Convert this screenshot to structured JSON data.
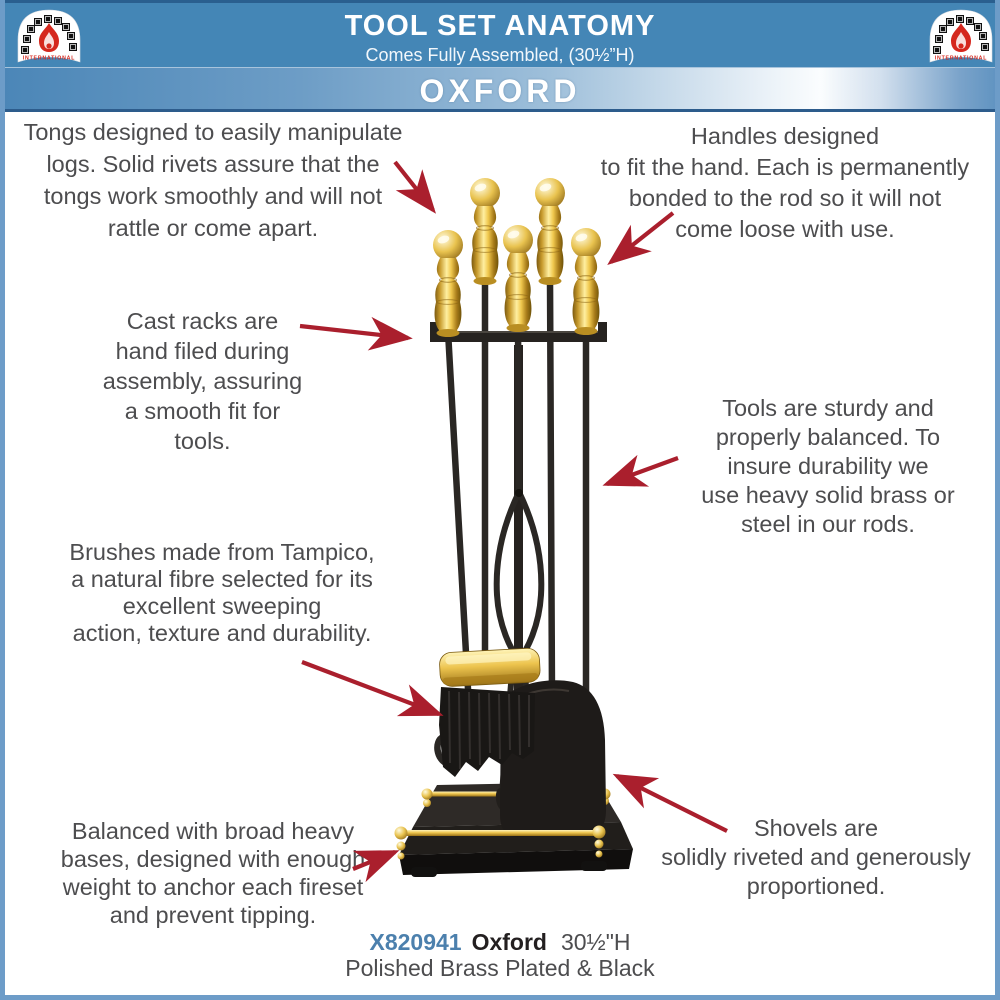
{
  "header": {
    "title": "TOOL SET ANATOMY",
    "subtitle": "Comes Fully Assembled, (30½”H)",
    "product_bar": "OXFORD"
  },
  "brand": {
    "caption": "INTERNATIONAL",
    "logo_description": "arch-of-black-squares-with-red-flame"
  },
  "callouts": {
    "tongs": {
      "lines": [
        "Tongs designed to easily manipulate",
        "logs. Solid rivets assure that the",
        "tongs work smoothly and will not",
        "rattle or come apart."
      ]
    },
    "handles": {
      "lines": [
        "Handles designed",
        "to fit the hand. Each is permanently",
        "bonded to the rod so it will not",
        "come loose with use."
      ]
    },
    "cast_racks": {
      "lines": [
        "Cast racks are",
        "hand filed during",
        "assembly, assuring",
        "a smooth fit for",
        "tools."
      ]
    },
    "rods": {
      "lines": [
        "Tools are sturdy and",
        "properly balanced. To",
        "insure durability we",
        "use heavy solid brass or",
        "steel in our rods."
      ]
    },
    "brushes": {
      "lines": [
        "Brushes made from Tampico,",
        "a natural fibre selected for its",
        "excellent sweeping",
        "action, texture and durability."
      ]
    },
    "bases": {
      "lines": [
        "Balanced with broad heavy",
        "bases, designed with enough",
        "weight to anchor each fireset",
        "and prevent tipping."
      ]
    },
    "shovels": {
      "lines": [
        "Shovels are",
        "solidly riveted and generously",
        "proportioned."
      ]
    }
  },
  "footer": {
    "sku": "X820941",
    "model": "Oxford",
    "height": "30½\"H",
    "finish": "Polished Brass Plated & Black"
  },
  "colors": {
    "header_blue": "#4486b6",
    "arrow_red": "#aa1f2d",
    "text_gray": "#4d4d4f",
    "sku_blue": "#4c80ad",
    "brass_gold": "#e6bd45",
    "border_blue": "#6d9cc8"
  }
}
